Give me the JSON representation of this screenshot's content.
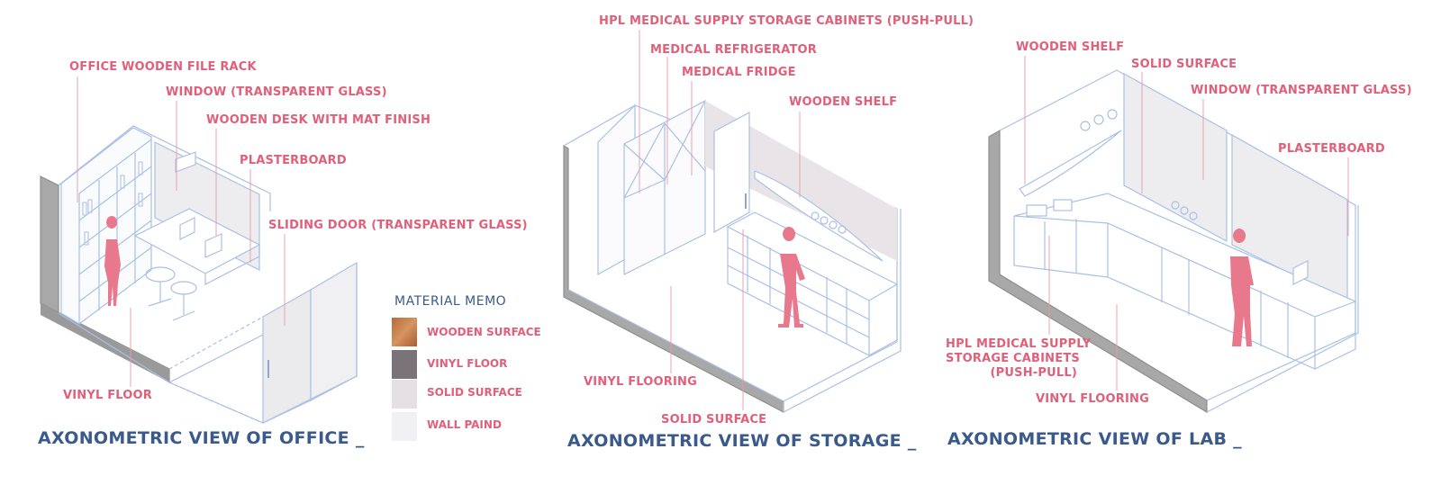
{
  "office": {
    "title": "AXONOMETRIC VIEW OF OFFICE _",
    "labels": {
      "file_rack": "OFFICE WOODEN FILE RACK",
      "window": "WINDOW (TRANSPARENT GLASS)",
      "desk": "WOODEN DESK WITH MAT FINISH",
      "plasterboard": "PLASTERBOARD",
      "sliding_door": "SLIDING DOOR (TRANSPARENT GLASS)",
      "vinyl_floor": "VINYL FLOOR"
    }
  },
  "storage": {
    "title": "AXONOMETRIC VIEW OF STORAGE _",
    "labels": {
      "hpl_cabinets": "HPL MEDICAL SUPPLY STORAGE CABINETS (PUSH-PULL)",
      "refrigerator": "MEDICAL REFRIGERATOR",
      "fridge": "MEDICAL FRIDGE",
      "wooden_shelf": "WOODEN SHELF",
      "vinyl_flooring": "VINYL FLOORING",
      "solid_surface": "SOLID SURFACE"
    }
  },
  "lab": {
    "title": "AXONOMETRIC VIEW OF LAB _",
    "labels": {
      "wooden_shelf": "WOODEN SHELF",
      "solid_surface": "SOLID SURFACE",
      "window": "WINDOW (TRANSPARENT GLASS)",
      "plasterboard": "PLASTERBOARD",
      "hpl_line1": "HPL MEDICAL SUPPLY",
      "hpl_line2": "STORAGE CABINETS",
      "hpl_line3": "(PUSH-PULL)",
      "vinyl_flooring": "VINYL FLOORING"
    }
  },
  "memo": {
    "heading": "MATERIAL MEMO",
    "items": [
      {
        "label": "WOODEN SURFACE",
        "color": "#c27a47"
      },
      {
        "label": "VINYL FLOOR",
        "color": "#7a7378"
      },
      {
        "label": "SOLID SURFACE",
        "color": "#e4e0e4"
      },
      {
        "label": "WALL PAIND",
        "color": "#f1f0f3"
      }
    ]
  },
  "colors": {
    "accent_text": "#e0607a",
    "title_text": "#3a5a8c",
    "line_art": "#a9c0e4",
    "wall_grey": "#a8a8a8",
    "wall_panel": "#e8e4e7",
    "human_figure": "#e8788c"
  }
}
